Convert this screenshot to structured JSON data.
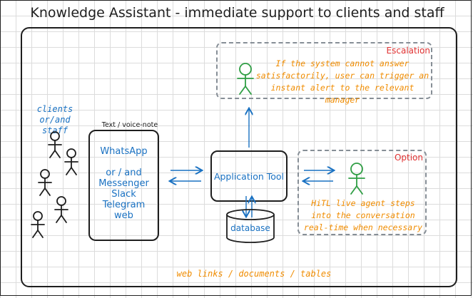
{
  "title": "Knowledge Assistant - immediate support to clients and staff",
  "users": {
    "label_line1": "clients or/and",
    "label_line2": "staff"
  },
  "channels": {
    "caption": "Text / voice-note",
    "items": [
      "WhatsApp",
      "",
      "or / and",
      "Messenger",
      "Slack",
      "Telegram",
      "web"
    ]
  },
  "app_tool": {
    "label": "Application Tool"
  },
  "database": {
    "label": "database"
  },
  "escalation": {
    "label": "Escalation",
    "lines": [
      "If the system cannot answer",
      "satisfactorily, user can trigger an",
      "instant alert to the relevant manager"
    ]
  },
  "option": {
    "label": "Option",
    "lines": [
      "HiTL live agent steps",
      "into the conversation",
      "real-time when necessary"
    ]
  },
  "sources": {
    "label": "web links / documents / tables"
  },
  "colors": {
    "blue": "#1971c2",
    "green": "#2f9e44",
    "orange": "#f08c00",
    "red": "#e03131",
    "dashed_border": "#868e96"
  }
}
